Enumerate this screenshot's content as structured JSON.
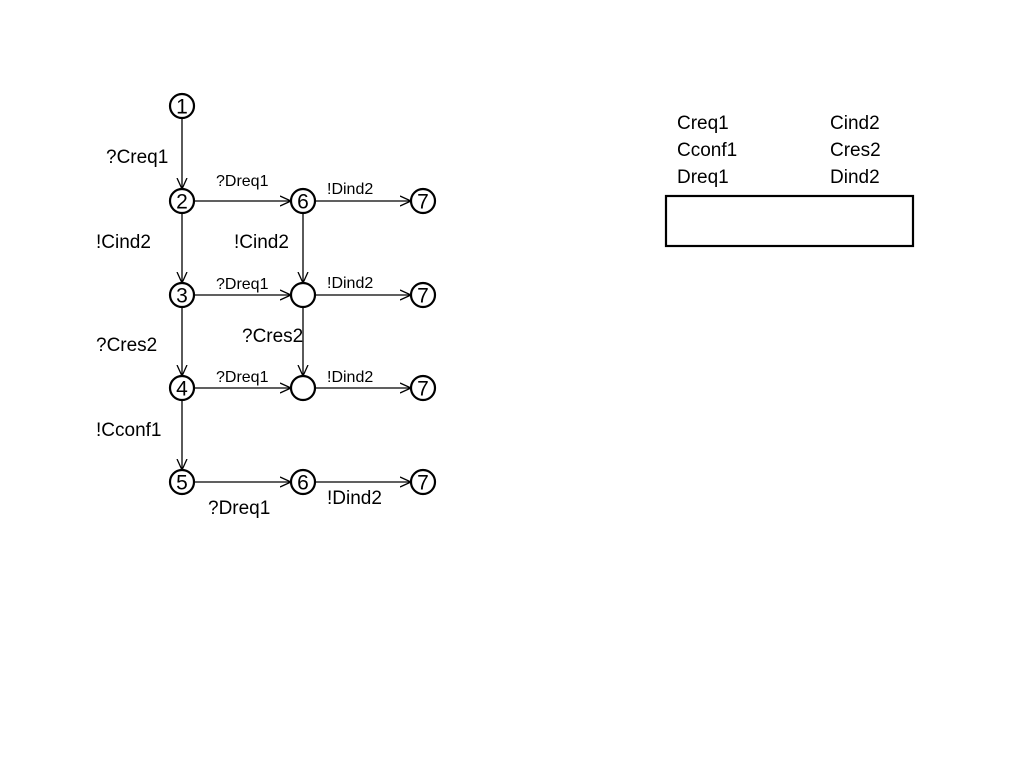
{
  "graph": {
    "nodes": [
      {
        "id": "n1",
        "label": "1"
      },
      {
        "id": "n2",
        "label": "2"
      },
      {
        "id": "n3",
        "label": "3"
      },
      {
        "id": "n4",
        "label": "4"
      },
      {
        "id": "n5",
        "label": "5"
      },
      {
        "id": "n6a",
        "label": "6"
      },
      {
        "id": "na",
        "label": ""
      },
      {
        "id": "nb",
        "label": ""
      },
      {
        "id": "n6b",
        "label": "6"
      },
      {
        "id": "n7a",
        "label": "7"
      },
      {
        "id": "n7b",
        "label": "7"
      },
      {
        "id": "n7c",
        "label": "7"
      },
      {
        "id": "n7d",
        "label": "7"
      }
    ],
    "edges": [
      {
        "id": "e1",
        "from": "n1",
        "to": "n2",
        "label": "?Creq1"
      },
      {
        "id": "e2",
        "from": "n2",
        "to": "n3",
        "label": "!Cind2"
      },
      {
        "id": "e3",
        "from": "n3",
        "to": "n4",
        "label": "?Cres2"
      },
      {
        "id": "e4",
        "from": "n4",
        "to": "n5",
        "label": "!Cconf1"
      },
      {
        "id": "e5",
        "from": "n2",
        "to": "n6a",
        "label": "?Dreq1"
      },
      {
        "id": "e6",
        "from": "n3",
        "to": "na",
        "label": "?Dreq1"
      },
      {
        "id": "e7",
        "from": "n4",
        "to": "nb",
        "label": "?Dreq1"
      },
      {
        "id": "e8",
        "from": "n5",
        "to": "n6b",
        "label": "?Dreq1"
      },
      {
        "id": "e9",
        "from": "n6a",
        "to": "na",
        "label": "!Cind2"
      },
      {
        "id": "e10",
        "from": "na",
        "to": "nb",
        "label": "?Cres2"
      },
      {
        "id": "e11",
        "from": "n6a",
        "to": "n7a",
        "label": "!Dind2"
      },
      {
        "id": "e12",
        "from": "na",
        "to": "n7b",
        "label": "!Dind2"
      },
      {
        "id": "e13",
        "from": "nb",
        "to": "n7c",
        "label": "!Dind2"
      },
      {
        "id": "e14",
        "from": "n6b",
        "to": "n7d",
        "label": "!Dind2"
      }
    ]
  },
  "legend": {
    "left": [
      "Creq1",
      "Cconf1",
      "Dreq1"
    ],
    "right": [
      "Cind2",
      "Cres2",
      "Dind2"
    ]
  }
}
